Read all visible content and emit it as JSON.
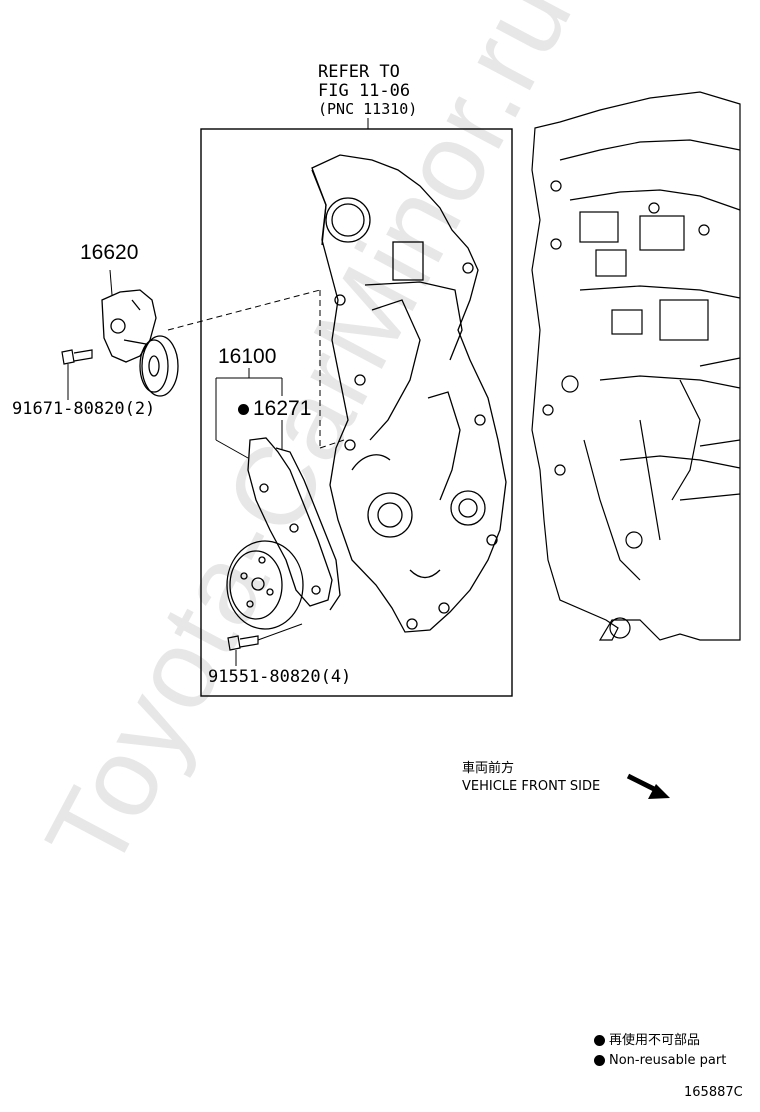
{
  "watermark": "Toyota-CarMinor.ru",
  "refer": {
    "line1": "REFER TO",
    "line2": "FIG 11-06",
    "line3": "(PNC 11310)"
  },
  "parts": {
    "p16620": "16620",
    "p91671": "91671-80820(2)",
    "p16100": "16100",
    "p16271": "16271",
    "p91551": "91551-80820(4)"
  },
  "front": {
    "jp": "車両前方",
    "en": "VEHICLE FRONT SIDE"
  },
  "legend": {
    "jp": "再使用不可部品",
    "en": "Non-reusable part"
  },
  "figure_id": "165887C"
}
